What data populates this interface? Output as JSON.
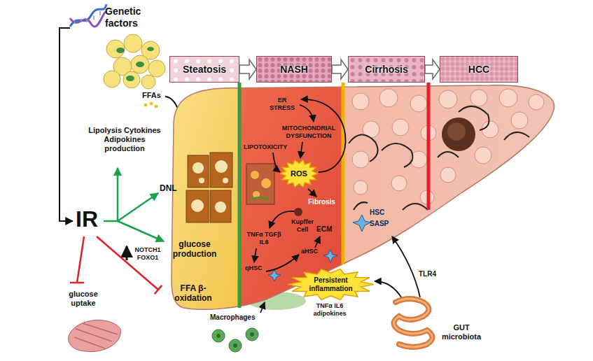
{
  "diagram": {
    "nodes": [
      {
        "text": [
          "Steatosis"
        ]
      },
      {
        "text": [
          "NASH"
        ]
      },
      {
        "text": [
          "Cirrhosis"
        ]
      },
      {
        "text": [
          "HCC"
        ]
      },
      {
        "text": [
          "ROS"
        ]
      },
      {
        "text": [
          "Persistent inflammation"
        ]
      }
    ],
    "edges": [
      {
        "from": 0,
        "to": 1,
        "arrow": "to"
      },
      {
        "from": 1,
        "to": 2,
        "arrow": "to"
      },
      {
        "from": 2,
        "to": 3,
        "arrow": "to"
      }
    ],
    "labels": [
      "Genetic factors",
      "FFAs",
      "Lipolysis Cytokines Adipokines production",
      "IR",
      "DNL",
      "NOTCH1 FOXO1",
      "glucose production",
      "FFA β-oxidation",
      "glucose uptake",
      "ER STRESS",
      "LIPOTOXICITY",
      "MITOCHONDRIAL DYSFUNCTION",
      "Fibrosis",
      "TNFα TGFβ IL6",
      "Kupffer Cell",
      "ECM",
      "aHSC",
      "qHSC",
      "HSC",
      "SASP",
      "TLR4",
      "Macrophages",
      "TNFα IL6 adipokines",
      "GUT microbiota"
    ]
  }
}
